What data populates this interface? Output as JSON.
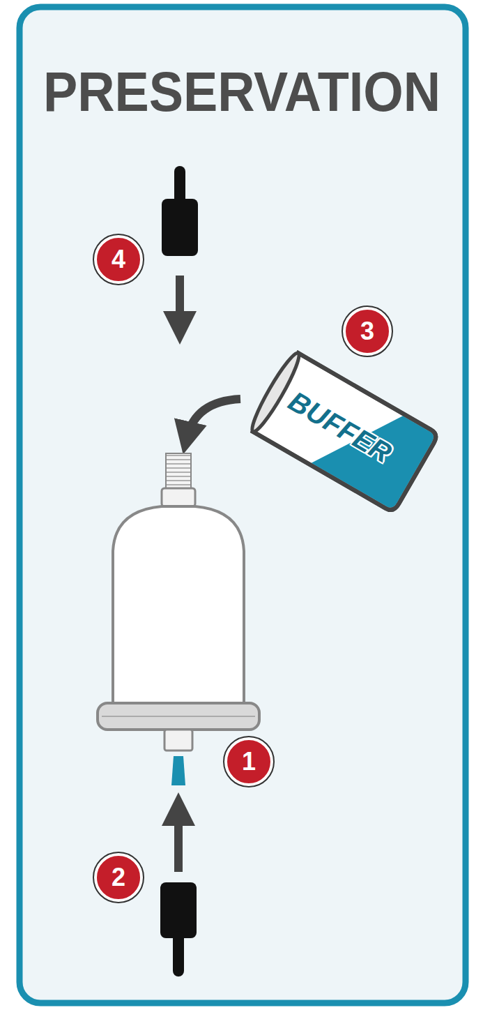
{
  "diagram": {
    "title": "PRESERVATION",
    "labels": [
      "4",
      "3",
      "BUFFER",
      "1",
      "2"
    ]
  }
}
